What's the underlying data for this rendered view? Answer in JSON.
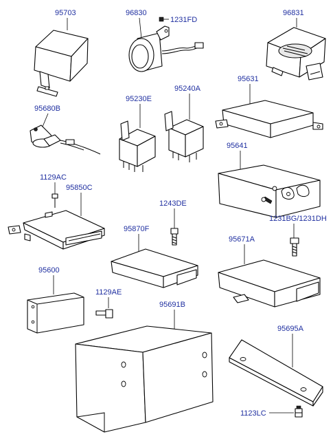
{
  "parts": {
    "p95703": "95703",
    "p96830": "96830",
    "p1231FD": "1231FD",
    "p96831": "96831",
    "p95680B": "95680B",
    "p95230E": "95230E",
    "p95240A": "95240A",
    "p95631": "95631",
    "p95641": "95641",
    "p1129AC": "1129AC",
    "p95850C": "95850C",
    "p1243DE": "1243DE",
    "p1231BG": "1231BG/1231DH",
    "p95870F": "95870F",
    "p95671A": "95671A",
    "p95600": "95600",
    "p1129AE": "1129AE",
    "p95691B": "95691B",
    "p95695A": "95695A",
    "p1123LC": "1123LC"
  },
  "colors": {
    "label": "#1f2fa0",
    "line": "#000000",
    "background": "#ffffff"
  }
}
